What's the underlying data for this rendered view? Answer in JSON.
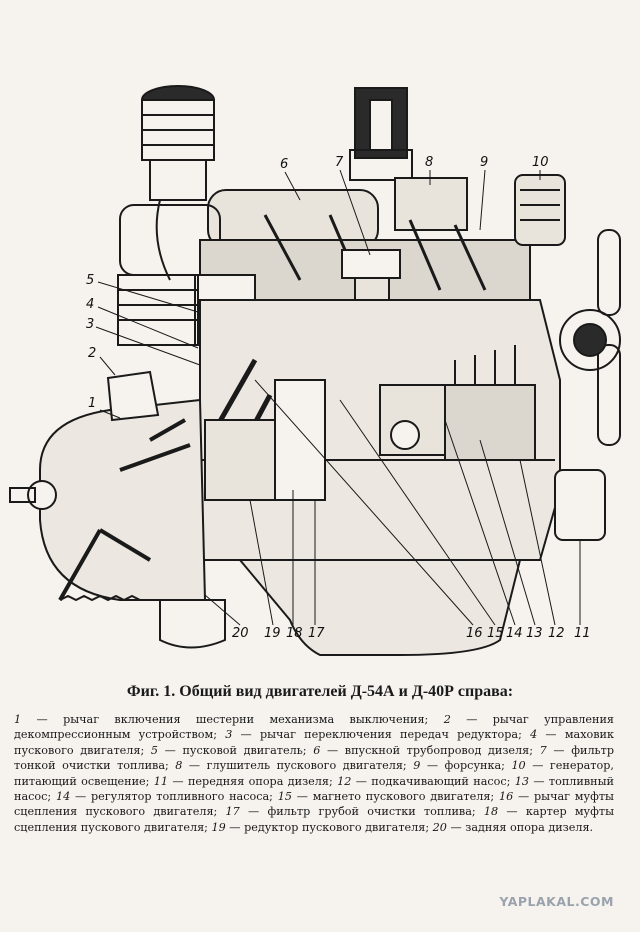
{
  "figure": {
    "title": "Фиг. 1. Общий вид двигателей Д-54А и Д-40Р справа:",
    "callouts": [
      "1",
      "2",
      "3",
      "4",
      "5",
      "6",
      "7",
      "8",
      "9",
      "10",
      "11",
      "12",
      "13",
      "14",
      "15",
      "16",
      "17",
      "18",
      "19",
      "20"
    ],
    "legend": [
      {
        "num": "1",
        "text": "рычаг включения шестерни механизма выключения;"
      },
      {
        "num": "2",
        "text": "рычаг управления декомпрессионным устройством;"
      },
      {
        "num": "3",
        "text": "рычаг переключения передач редуктора;"
      },
      {
        "num": "4",
        "text": "маховик пускового двигателя;"
      },
      {
        "num": "5",
        "text": "пусковой двигатель;"
      },
      {
        "num": "6",
        "text": "впускной трубопровод дизеля;"
      },
      {
        "num": "7",
        "text": "фильтр тонкой очистки топлива;"
      },
      {
        "num": "8",
        "text": "глушитель пускового двигателя;"
      },
      {
        "num": "9",
        "text": "форсунка;"
      },
      {
        "num": "10",
        "text": "генератор, питающий освещение;"
      },
      {
        "num": "11",
        "text": "передняя опора дизеля;"
      },
      {
        "num": "12",
        "text": "подкачивающий насос;"
      },
      {
        "num": "13",
        "text": "топливный насос;"
      },
      {
        "num": "14",
        "text": "регулятор топливного насоса;"
      },
      {
        "num": "15",
        "text": "магнето пускового двигателя;"
      },
      {
        "num": "16",
        "text": "рычаг муфты сцепления пускового двигателя;"
      },
      {
        "num": "17",
        "text": "фильтр грубой очистки топлива;"
      },
      {
        "num": "18",
        "text": "картер муфты сцепления пускового двигателя;"
      },
      {
        "num": "19",
        "text": "редуктор пускового двигателя;"
      },
      {
        "num": "20",
        "text": "задняя опора дизеля."
      }
    ]
  },
  "watermark": "YAPLAKAL.COM",
  "colors": {
    "ink": "#1a1a1a",
    "paper": "#f6f3ee",
    "watermark": "#9aa3ad"
  }
}
